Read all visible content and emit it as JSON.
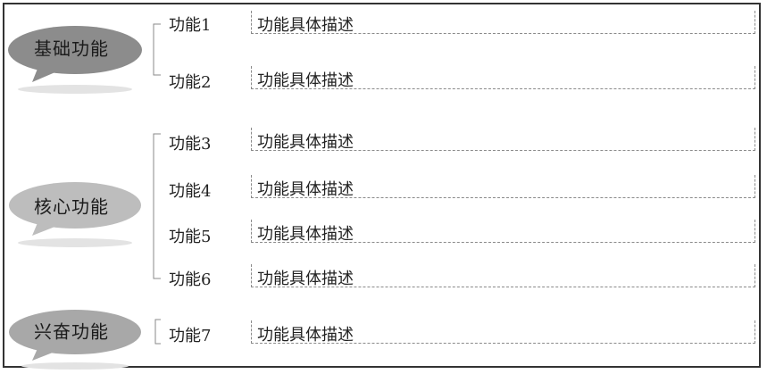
{
  "groups": [
    {
      "label": "基础功能",
      "bubble_color": "#8c8c8c",
      "items": [
        {
          "name": "功能1",
          "desc": "功能具体描述"
        },
        {
          "name": "功能2",
          "desc": "功能具体描述"
        }
      ]
    },
    {
      "label": "核心功能",
      "bubble_color": "#bdbdbd",
      "items": [
        {
          "name": "功能3",
          "desc": "功能具体描述"
        },
        {
          "name": "功能4",
          "desc": "功能具体描述"
        },
        {
          "name": "功能5",
          "desc": "功能具体描述"
        },
        {
          "name": "功能6",
          "desc": "功能具体描述"
        }
      ]
    },
    {
      "label": "兴奋功能",
      "bubble_color": "#a8a8a8",
      "items": [
        {
          "name": "功能7",
          "desc": "功能具体描述"
        }
      ]
    }
  ]
}
